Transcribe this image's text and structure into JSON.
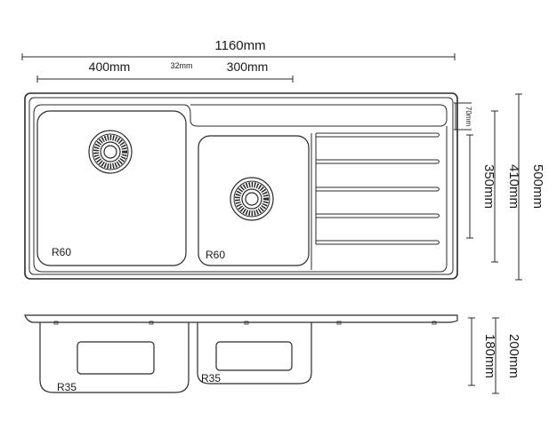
{
  "dimensions": {
    "overall_width": "1160mm",
    "left_bowl_width": "400mm",
    "bowl_gap": "32mm",
    "right_bowl_width": "300mm",
    "upstand": "70mm",
    "bowl_depth_side": "350mm",
    "inner_depth": "410mm",
    "overall_depth": "500mm",
    "left_bowl_height": "200mm",
    "right_bowl_height": "180mm"
  },
  "radii": {
    "left_bowl_top": "R60",
    "right_bowl_top": "R60",
    "left_bowl_side": "R35",
    "right_bowl_side": "R35"
  },
  "colors": {
    "line": "#2a2a2a",
    "text": "#1a1a1a"
  },
  "icons": {
    "waste": "strainer-waste-icon"
  }
}
